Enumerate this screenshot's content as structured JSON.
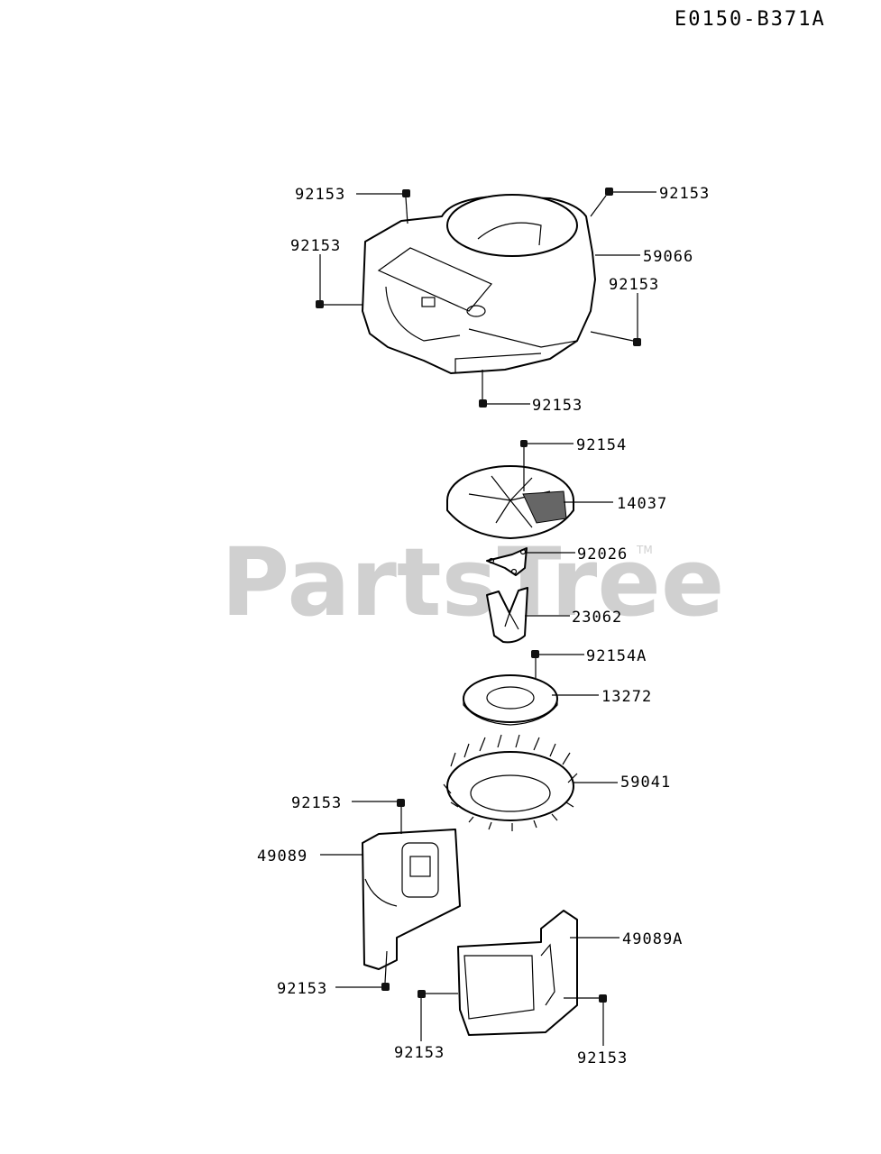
{
  "diagram_id": "E0150-B371A",
  "watermark": "PartsTree",
  "trademark": "TM",
  "parts": {
    "p92153_top_left": "92153",
    "p92153_top_right": "92153",
    "p92153_left": "92153",
    "p59066": "59066",
    "p92153_right": "92153",
    "p92153_bottom": "92153",
    "p92154": "92154",
    "p14037": "14037",
    "p92026": "92026",
    "p23062": "23062",
    "p92154A": "92154A",
    "p13272": "13272",
    "p59041": "59041",
    "p92153_cover": "92153",
    "p49089": "49089",
    "p49089A": "49089A",
    "p92153_low_left": "92153",
    "p92153_low_mid": "92153",
    "p92153_low_right": "92153"
  }
}
